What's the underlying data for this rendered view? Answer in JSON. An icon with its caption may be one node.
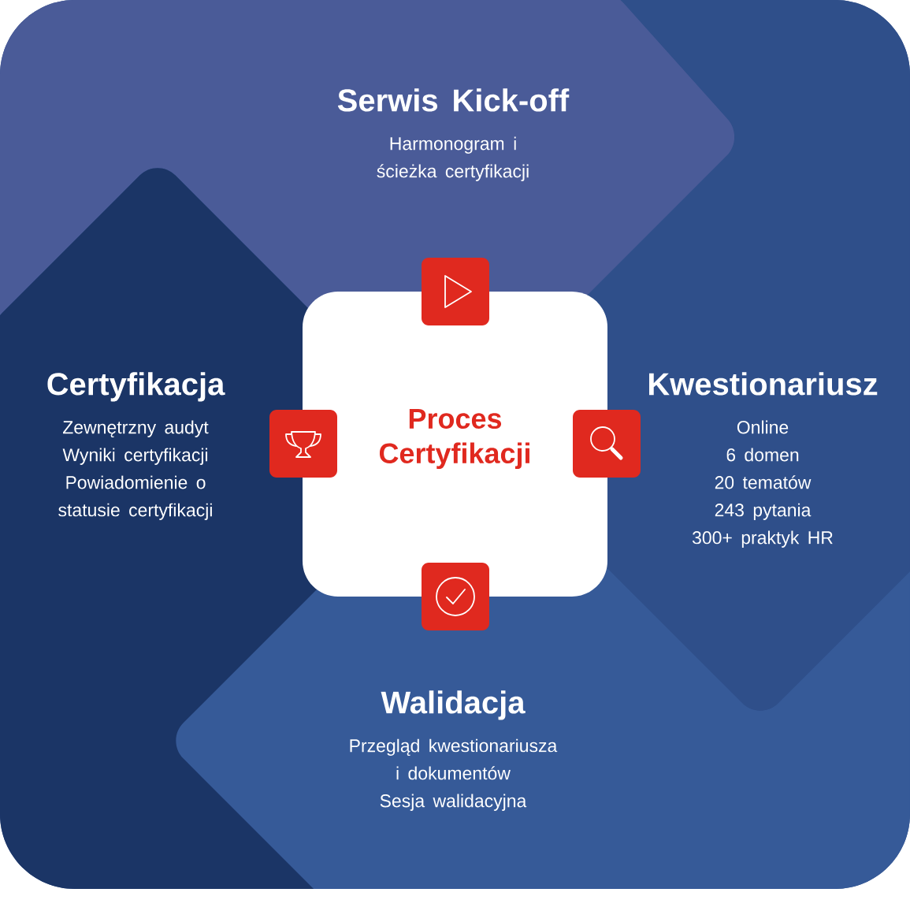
{
  "diagram": {
    "nodes": [
      {
        "text": [
          "Serwis Kick-off",
          "Harmonogram i ścieżka certyfikacji"
        ]
      },
      {
        "text": [
          "Certyfikacja",
          "Zewnętrzny audyt",
          "Wyniki certyfikacji",
          "Powiadomienie o statusie certyfikacji"
        ]
      },
      {
        "text": [
          "Proces Certyfikacji"
        ]
      },
      {
        "text": [
          "Kwestionariusz",
          "Online",
          "6 domen",
          "20 tematów",
          "243 pytania",
          "300+ praktyk HR"
        ]
      },
      {
        "text": [
          "Walidacja",
          "Przegląd kwestionariusza i dokumentów",
          "Sesja walidacyjna"
        ]
      }
    ]
  }
}
